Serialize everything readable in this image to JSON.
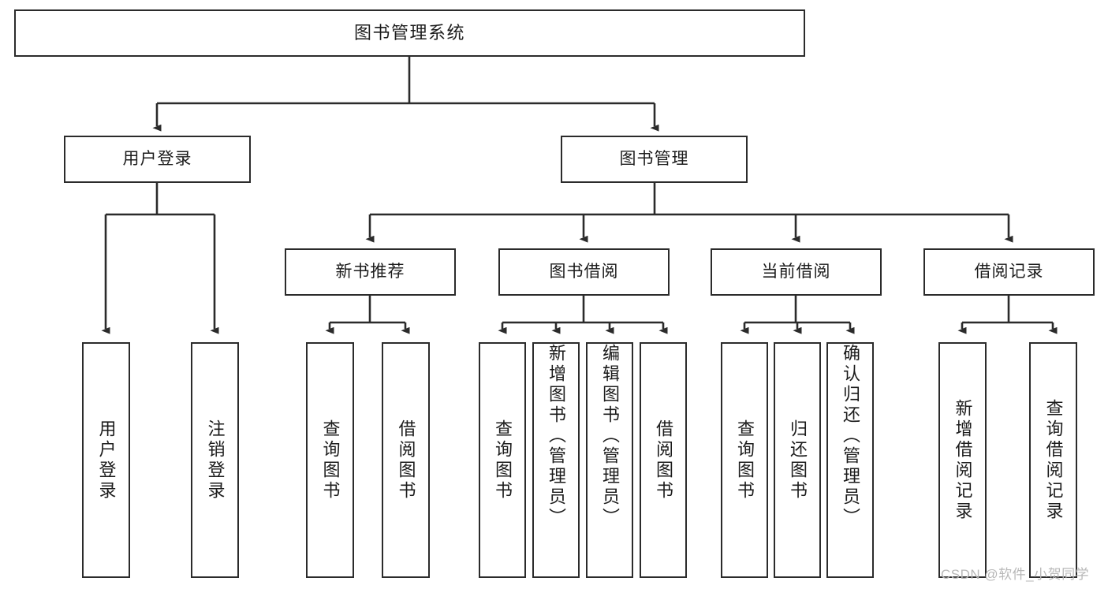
{
  "diagram": {
    "title": "图书管理系统",
    "type": "tree-hierarchy",
    "watermark": "CSDN @软件_小贺同学",
    "colors": {
      "stroke": "#2b2b2b",
      "fill": "#ffffff",
      "text": "#1c1c1c",
      "watermark": "#b8b8b8"
    }
  },
  "nodes": {
    "root": {
      "label": "图书管理系统"
    },
    "level2": [
      {
        "label": "用户登录"
      },
      {
        "label": "图书管理"
      }
    ],
    "level3": [
      {
        "label": "新书推荐"
      },
      {
        "label": "图书借阅"
      },
      {
        "label": "当前借阅"
      },
      {
        "label": "借阅记录"
      }
    ],
    "leaves": {
      "user_login": [
        {
          "label": "用户登录"
        },
        {
          "label": "注销登录"
        }
      ],
      "new_book": [
        {
          "label": "查询图书"
        },
        {
          "label": "借阅图书"
        }
      ],
      "borrow_book": [
        {
          "label": "查询图书"
        },
        {
          "label": "新增图书（管理员）"
        },
        {
          "label": "编辑图书（管理员）"
        },
        {
          "label": "借阅图书"
        }
      ],
      "current_borrow": [
        {
          "label": "查询图书"
        },
        {
          "label": "归还图书"
        },
        {
          "label": "确认归还（管理员）"
        }
      ],
      "borrow_record": [
        {
          "label": "新增借阅记录"
        },
        {
          "label": "查询借阅记录"
        }
      ]
    }
  }
}
